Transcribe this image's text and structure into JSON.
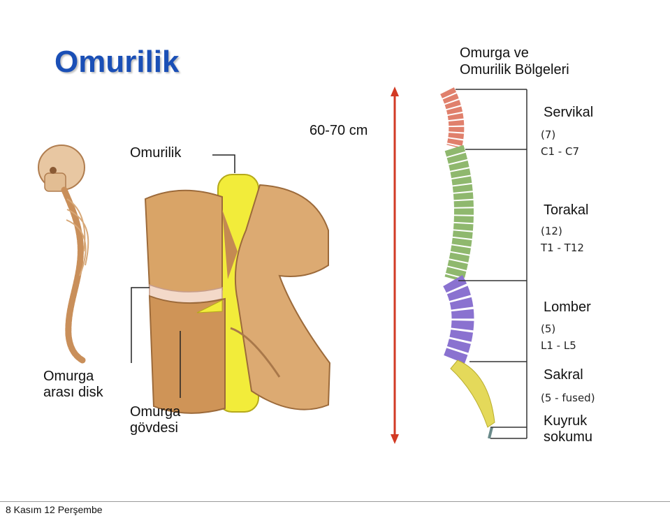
{
  "slide": {
    "title": "Omurilik",
    "heading_line1": "Omurga ve",
    "heading_line2": "Omurilik Bölgeleri",
    "length_label": "60-70 cm",
    "labels": {
      "omurilik": "Omurilik",
      "disk_line1": "Omurga",
      "disk_line2": "arası disk",
      "body_line1": "Omurga",
      "body_line2": "gövdesi"
    },
    "regions": [
      {
        "name": "Servikal",
        "count": "(7)",
        "range": "C1 - C7",
        "color": "#e0806c"
      },
      {
        "name": "Torakal",
        "count": "(12)",
        "range": "T1 - T12",
        "color": "#8fb86e"
      },
      {
        "name": "Lomber",
        "count": "(5)",
        "range": "L1 - L5",
        "color": "#8a72d0"
      },
      {
        "name": "Sakral",
        "count": "(5 - fused)",
        "range": "",
        "color": "#e4d95a"
      },
      {
        "name_line1": "Kuyruk",
        "name_line2": "sokumu",
        "color": "#6a8a8a"
      }
    ]
  },
  "footer": {
    "text": "8 Kasım 12 Perşembe"
  },
  "colors": {
    "title": "#1a4fb6",
    "arrow": "#d23a24",
    "spinal_cord": "#f2ec3a",
    "bone": "#d9a467"
  }
}
